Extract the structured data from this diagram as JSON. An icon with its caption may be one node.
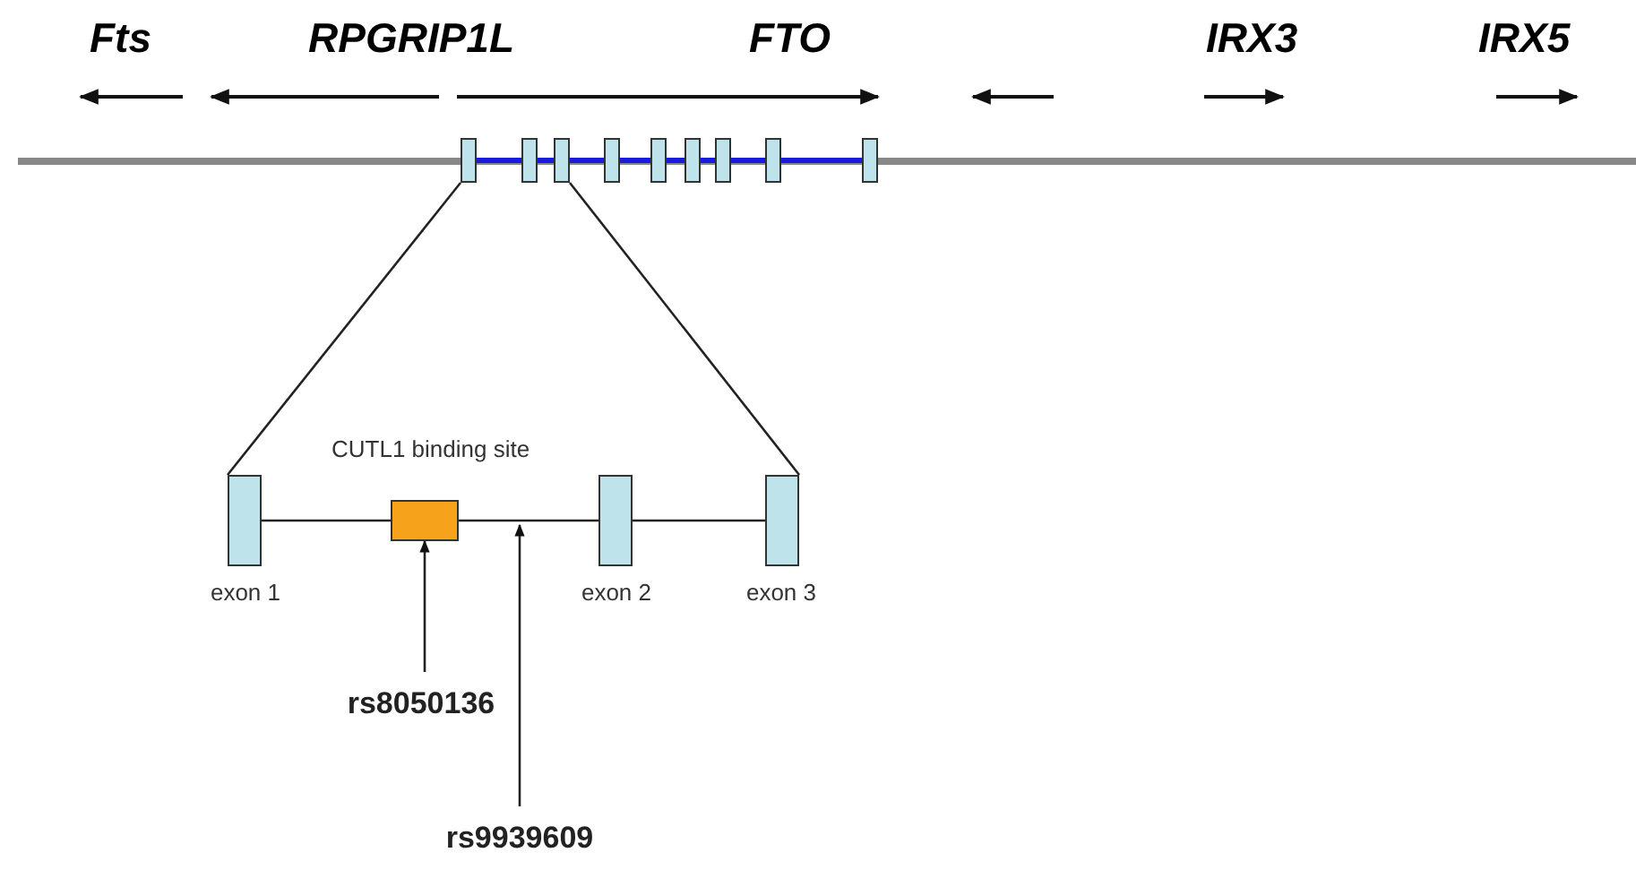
{
  "diagram": {
    "nodes": [
      {
        "text": [],
        "shape": "box"
      },
      {
        "text": [],
        "shape": "box"
      },
      {
        "text": [],
        "shape": "box"
      },
      {
        "text": [],
        "shape": "box"
      },
      {
        "text": [],
        "shape": "box"
      },
      {
        "text": [],
        "shape": "box"
      },
      {
        "text": [],
        "shape": "box"
      },
      {
        "text": [],
        "shape": "box"
      },
      {
        "text": [],
        "shape": "box"
      },
      {
        "text": [
          "exon 1"
        ]
      },
      {
        "text": [
          "CUTL1 binding site"
        ]
      },
      {
        "text": [
          "exon 2"
        ]
      },
      {
        "text": [
          "exon 3"
        ]
      },
      {
        "text": [
          "rs8050136"
        ]
      },
      {
        "text": [
          "rs9939609"
        ]
      }
    ],
    "edges": [
      {
        "from": 0,
        "to": 9,
        "arrow": "none",
        "color": "#222222"
      },
      {
        "from": 2,
        "to": 12,
        "arrow": "none",
        "color": "#222222"
      },
      {
        "from": 13,
        "to": 10,
        "arrow": "to",
        "color": "#222222"
      },
      {
        "from": 14,
        "to": null,
        "arrow": "to",
        "color": "#222222"
      },
      {
        "from": 0,
        "to": 1,
        "arrow": "none"
      },
      {
        "from": 1,
        "to": 2,
        "arrow": "none"
      },
      {
        "from": 2,
        "to": 3,
        "arrow": "none"
      },
      {
        "from": 3,
        "to": 4,
        "arrow": "none"
      },
      {
        "from": 4,
        "to": 5,
        "arrow": "none"
      },
      {
        "from": 5,
        "to": 6,
        "arrow": "none"
      },
      {
        "from": 6,
        "to": 7,
        "arrow": "none"
      },
      {
        "from": 7,
        "to": 8,
        "arrow": "none"
      },
      {
        "from": 9,
        "to": 10,
        "arrow": "none",
        "color": "#222222"
      },
      {
        "from": 10,
        "to": 11,
        "arrow": "none",
        "color": "#222222"
      },
      {
        "from": 11,
        "to": 12,
        "arrow": "none",
        "color": "#222222"
      }
    ],
    "labels": [
      "Fts",
      "RPGRIP1L",
      "FTO",
      "IRX3",
      "IRX5"
    ]
  }
}
